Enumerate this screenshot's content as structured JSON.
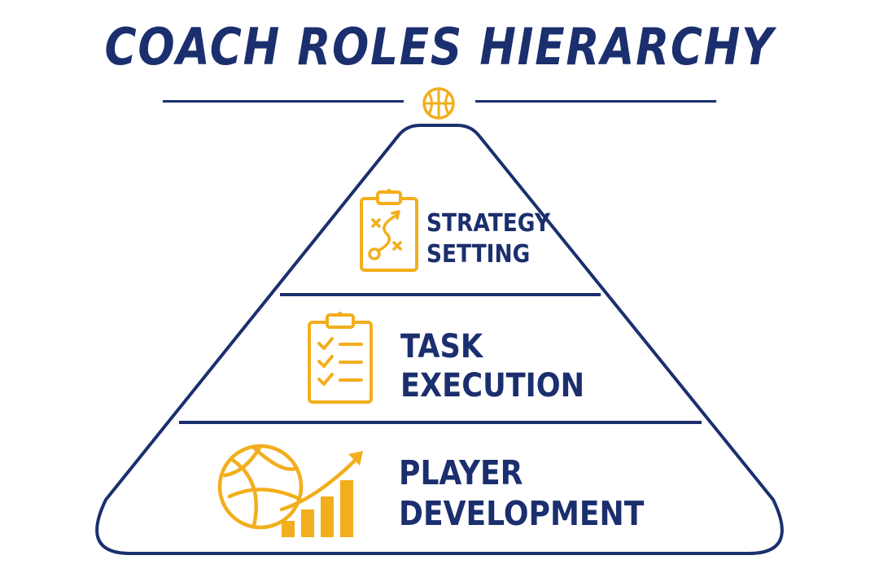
{
  "title": "COACH ROLES HIERARCHY",
  "colors": {
    "navy": "#1b2f6e",
    "gold": "#f2ae1c",
    "background": "#ffffff"
  },
  "title_icon": "basketball-icon",
  "tiers": [
    {
      "line1": "STRATEGY",
      "line2": "SETTING",
      "icon": "clipboard-play-diagram-icon"
    },
    {
      "line1": "TASK",
      "line2": "EXECUTION",
      "icon": "clipboard-checklist-icon"
    },
    {
      "line1": "PLAYER",
      "line2": "DEVELOPMENT",
      "icon": "basketball-growth-chart-icon"
    }
  ]
}
